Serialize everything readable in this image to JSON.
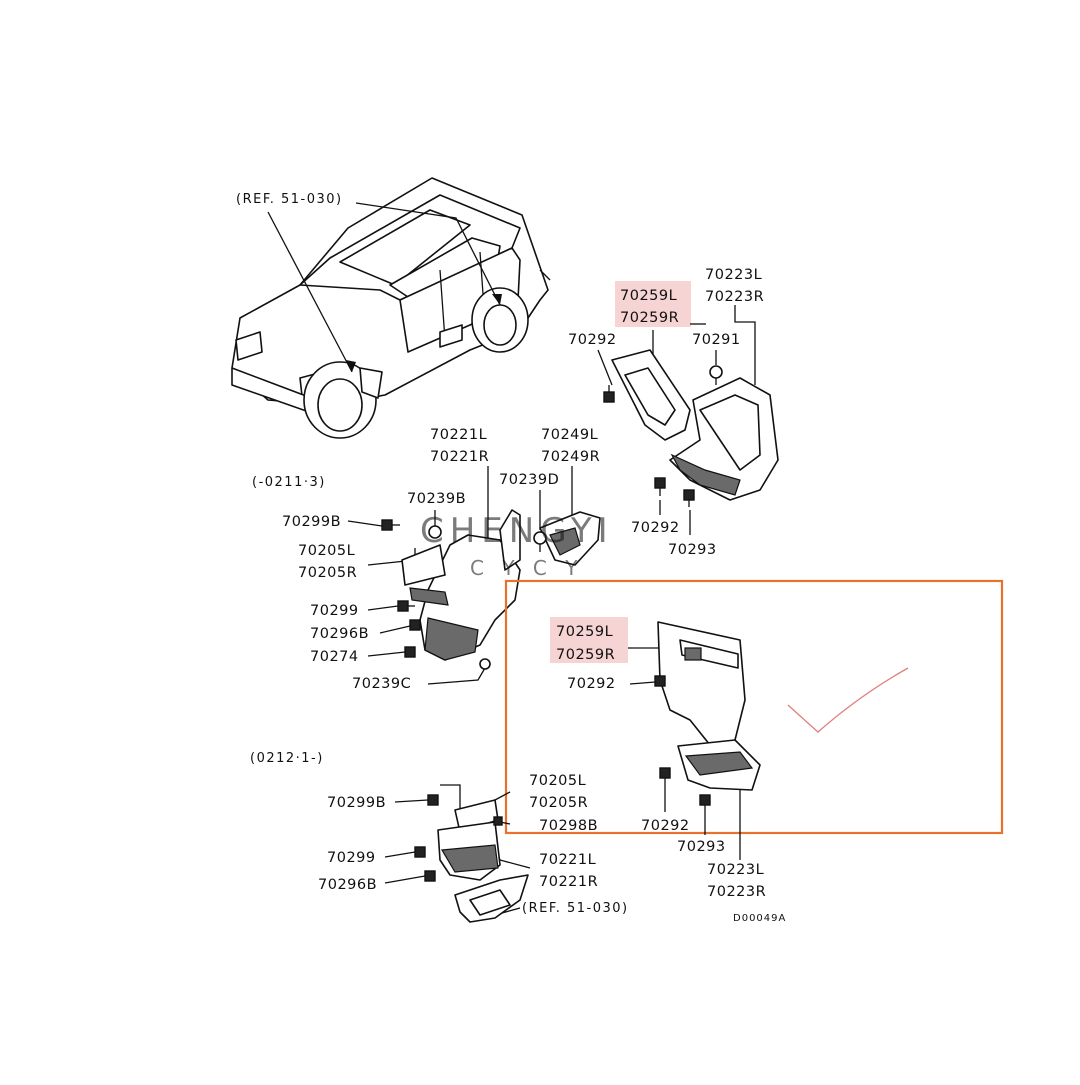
{
  "diagram": {
    "ref_top": "(REF. 51-030)",
    "ref_bottom": "(REF. 51-030)",
    "period_1": "(-0211·3)",
    "period_2": "(0212·1-)",
    "code": "D00049A",
    "watermark": "CHENGYI",
    "watermark_sub": "C Y C Y",
    "accent_color": "#e8722c",
    "highlight_color": "#f7d4d4",
    "check_color": "#e08080"
  },
  "labels": {
    "p70223L_a": "70223L",
    "p70223R_a": "70223R",
    "p70259L_a": "70259L",
    "p70259R_a": "70259R",
    "p70292_a": "70292",
    "p70291": "70291",
    "p70292_b": "70292",
    "p70293_a": "70293",
    "p70221L_a": "70221L",
    "p70221R_a": "70221R",
    "p70249L": "70249L",
    "p70249R": "70249R",
    "p70239D": "70239D",
    "p70239B": "70239B",
    "p70299B_a": "70299B",
    "p70205L_a": "70205L",
    "p70205R_a": "70205R",
    "p70299_a": "70299",
    "p70296B_a": "70296B",
    "p70274": "70274",
    "p70239C": "70239C",
    "p70259L_b": "70259L",
    "p70259R_b": "70259R",
    "p70292_c": "70292",
    "p70205L_b": "70205L",
    "p70205R_b": "70205R",
    "p70298B": "70298B",
    "p70292_d": "70292",
    "p70293_b": "70293",
    "p70223L_b": "70223L",
    "p70223R_b": "70223R",
    "p70299B_b": "70299B",
    "p70299_b": "70299",
    "p70296B_b": "70296B",
    "p70221L_b": "70221L",
    "p70221R_b": "70221R"
  }
}
